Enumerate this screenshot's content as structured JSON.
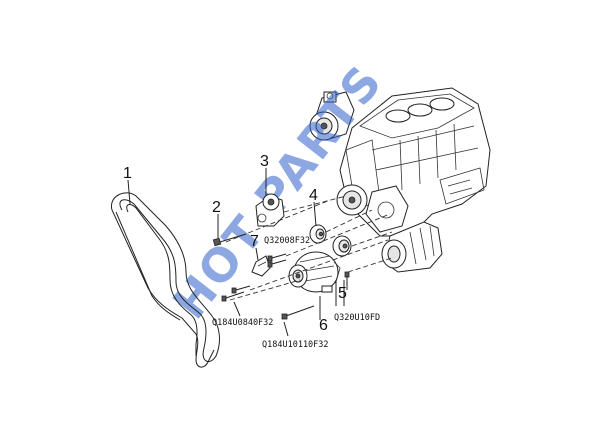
{
  "diagram": {
    "callouts": [
      "1",
      "2",
      "3",
      "4",
      "5",
      "6",
      "7"
    ],
    "part_codes": {
      "idler_bolt": "Q32008F32",
      "bracket_bolts": "Q184U0840F32",
      "alternator_bolt": "Q184U10110F32",
      "pulley_bolt": "Q320U10FD"
    },
    "watermark": "HOT PARTS"
  }
}
